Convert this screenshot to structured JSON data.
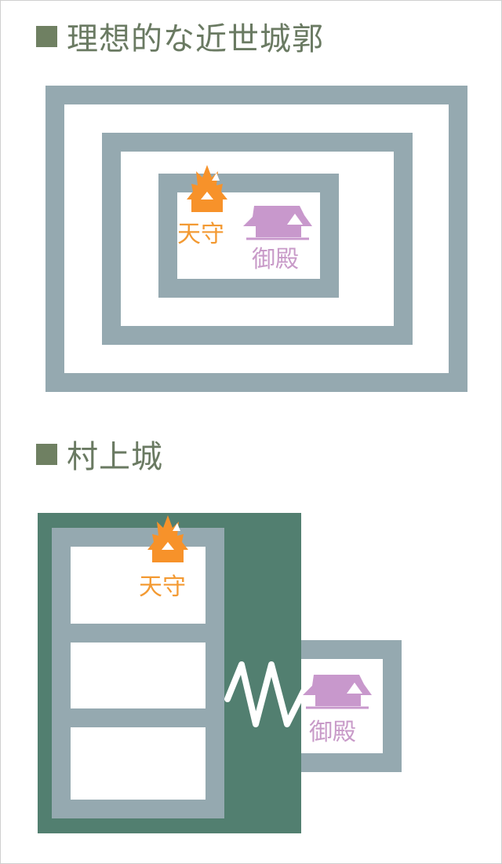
{
  "sections": {
    "ideal": {
      "title": "理想的な近世城郭"
    },
    "murakami": {
      "title": "村上城"
    }
  },
  "labels": {
    "tenshu": "天守",
    "goten": "御殿"
  },
  "icons": {
    "tenshu": "castle-keep-icon",
    "goten": "palace-hall-icon"
  },
  "colors": {
    "wall": "#95a9b0",
    "tenshu": "#f7922a",
    "goten": "#c898cc",
    "moat_fill": "#527f70",
    "heading": "#6a7a62"
  }
}
